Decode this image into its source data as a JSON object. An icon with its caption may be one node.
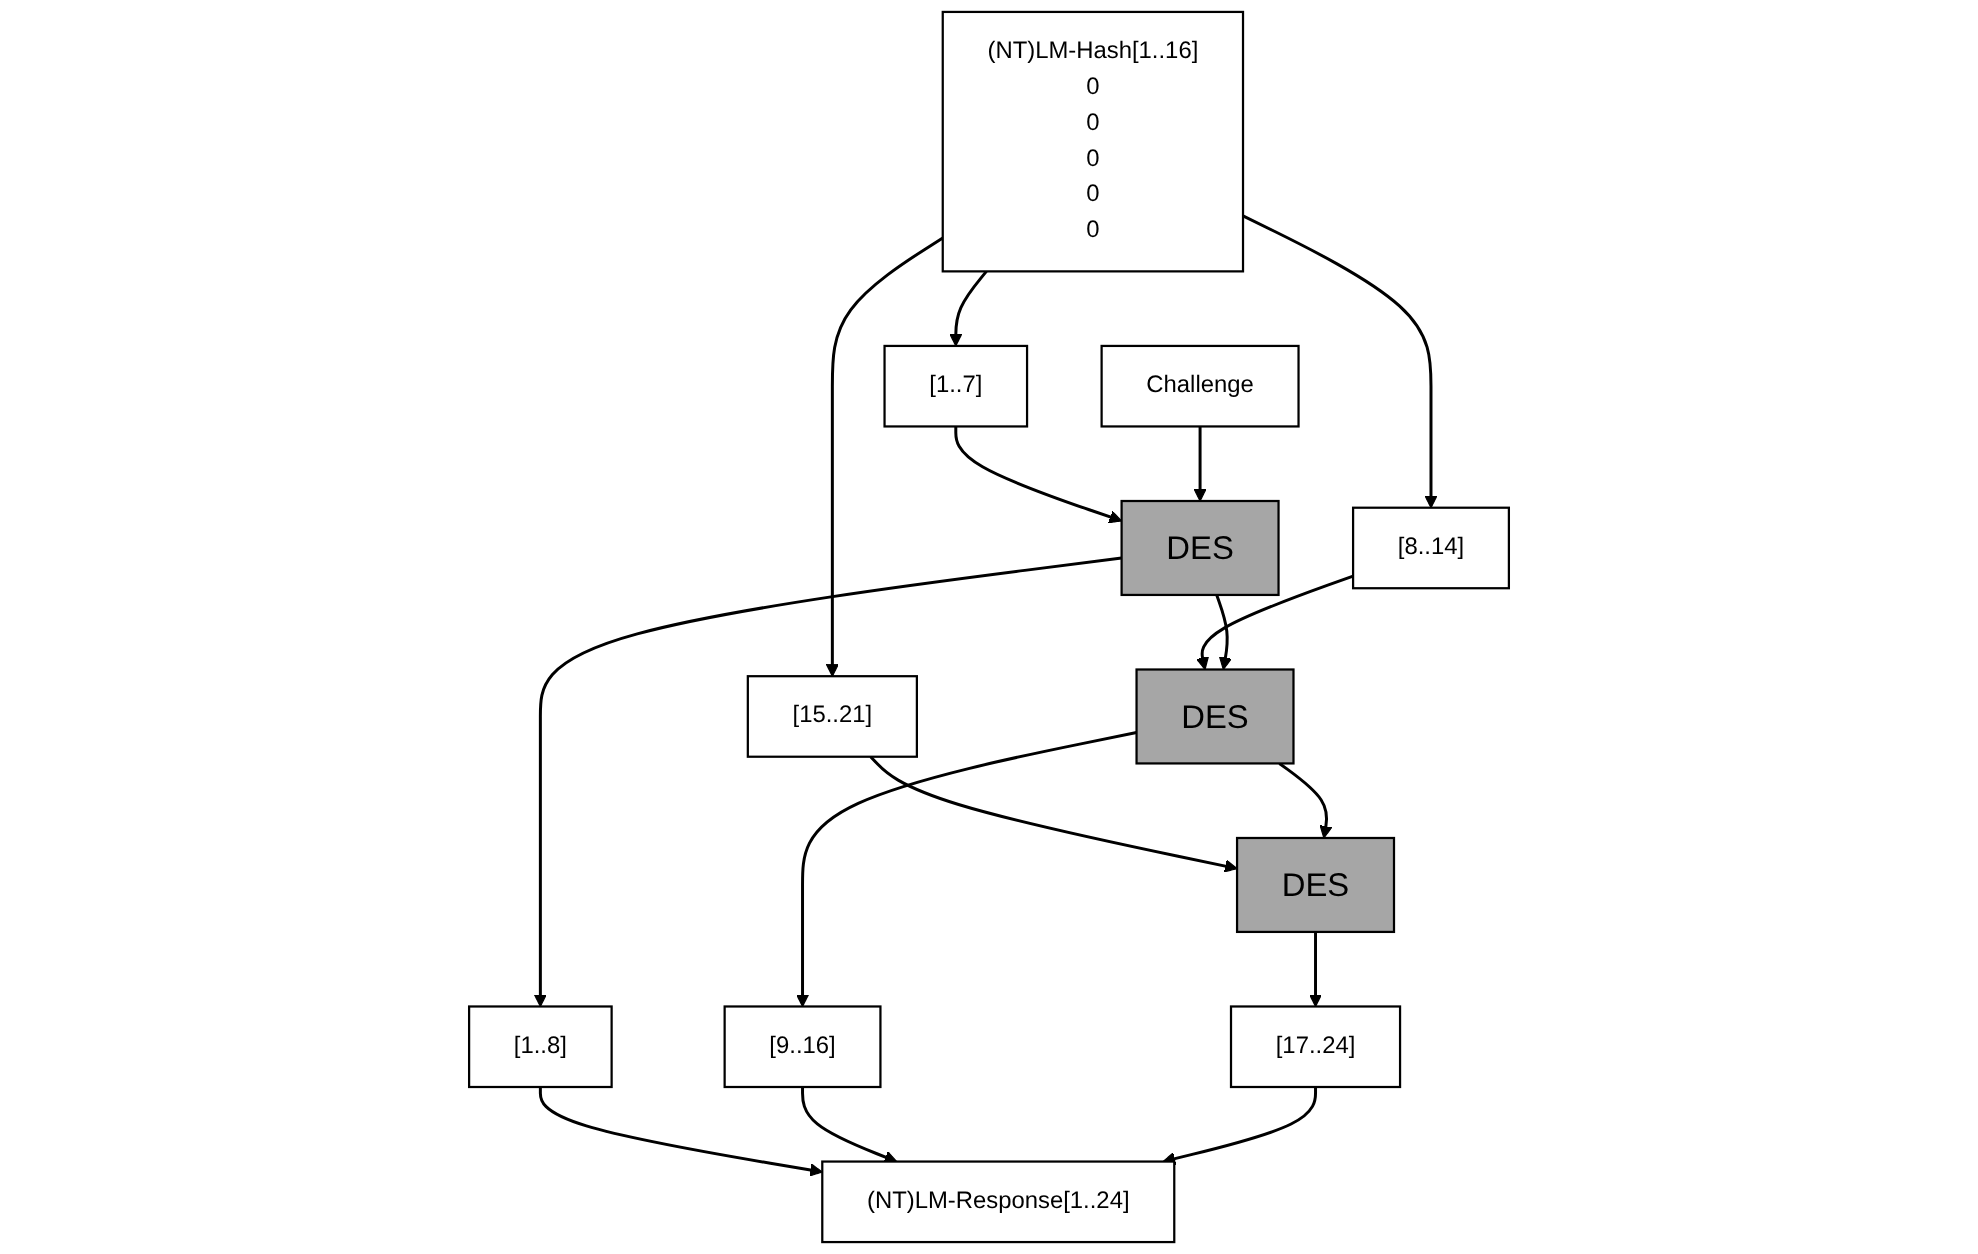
{
  "diagram": {
    "nodes": [
      {
        "text": [
          "(NT)LM-Hash[1..16]",
          "0",
          "0",
          "0",
          "0",
          "0"
        ]
      },
      {
        "text": [
          "[1..7]"
        ]
      },
      {
        "text": [
          "[8..14]"
        ]
      },
      {
        "text": [
          "[15..21]"
        ]
      },
      {
        "text": [
          "Challenge"
        ]
      },
      {
        "text": [
          "DES"
        ]
      },
      {
        "text": [
          "DES"
        ]
      },
      {
        "text": [
          "DES"
        ]
      },
      {
        "text": [
          "[1..8]"
        ]
      },
      {
        "text": [
          "[9..16]"
        ]
      },
      {
        "text": [
          "[17..24]"
        ]
      },
      {
        "text": [
          "(NT)LM-Response[1..24]"
        ]
      }
    ],
    "edges": [
      {
        "from": 0,
        "to": 1,
        "arrow": "to"
      },
      {
        "from": 0,
        "to": 2,
        "arrow": "to"
      },
      {
        "from": 0,
        "to": 3,
        "arrow": "to"
      },
      {
        "from": 1,
        "to": 5,
        "arrow": "to"
      },
      {
        "from": 2,
        "to": 6,
        "arrow": "to"
      },
      {
        "from": 3,
        "to": 7,
        "arrow": "to"
      },
      {
        "from": 4,
        "to": 5,
        "arrow": "to"
      },
      {
        "from": 5,
        "to": 6,
        "arrow": "to"
      },
      {
        "from": 6,
        "to": 7,
        "arrow": "to"
      },
      {
        "from": 5,
        "to": 8,
        "arrow": "to"
      },
      {
        "from": 6,
        "to": 9,
        "arrow": "to"
      },
      {
        "from": 7,
        "to": 10,
        "arrow": "to"
      },
      {
        "from": 8,
        "to": 11,
        "arrow": "to"
      },
      {
        "from": 9,
        "to": 11,
        "arrow": "to"
      },
      {
        "from": 10,
        "to": 11,
        "arrow": "to"
      }
    ]
  }
}
